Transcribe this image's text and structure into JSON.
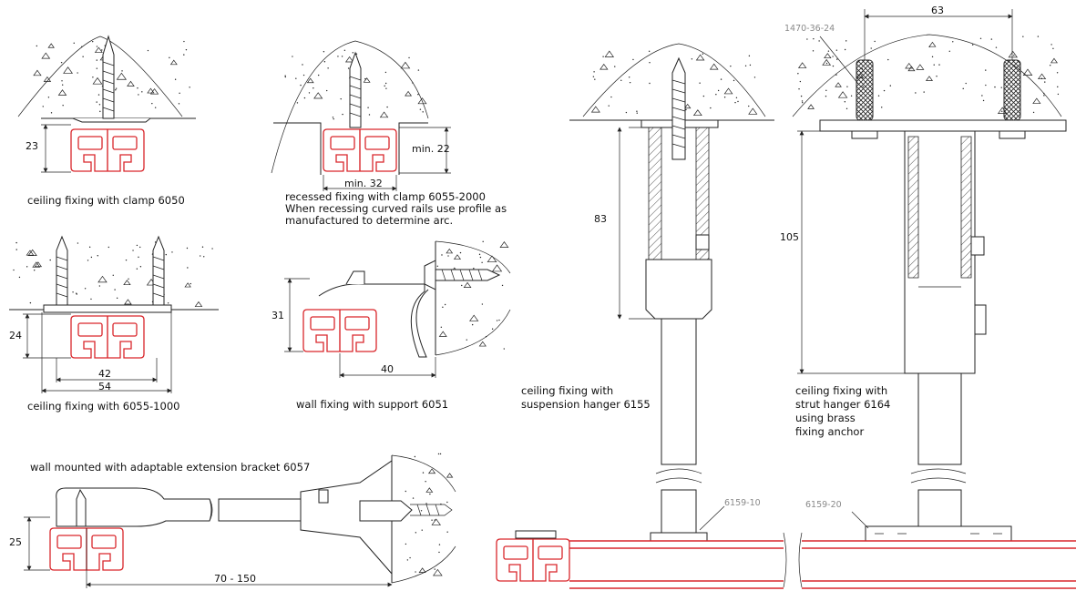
{
  "captions": {
    "clamp_6050": "ceiling fixing with clamp 6050",
    "recessed_line1": "recessed fixing with clamp 6055-2000",
    "recessed_line2": "When recessing curved rails use profile as",
    "recessed_line3": "manufactured to determine arc.",
    "fixing_6055_1000": "ceiling fixing with 6055-1000",
    "wall_6051": "wall fixing with support 6051",
    "wall_6057": "wall mounted with adaptable extension bracket 6057",
    "hanger_6155_line1": "ceiling fixing with",
    "hanger_6155_line2": "suspension hanger 6155",
    "strut_6164_line1": "ceiling fixing with",
    "strut_6164_line2": "strut hanger 6164",
    "strut_6164_line3": "using brass",
    "strut_6164_line4": "fixing anchor"
  },
  "dimensions": {
    "d23": "23",
    "min22": "min. 22",
    "min32": "min. 32",
    "d24": "24",
    "d42": "42",
    "d54": "54",
    "d31": "31",
    "d40": "40",
    "d25": "25",
    "d70_150": "70 - 150",
    "d83": "83",
    "d105": "105",
    "d63": "63"
  },
  "part_numbers": {
    "anchor": "1470-36-24",
    "p6159_10": "6159-10",
    "p6159_20": "6159-20"
  },
  "colors": {
    "rail": "#d9262b",
    "line": "#222222",
    "part_label": "#8a8a8a"
  }
}
